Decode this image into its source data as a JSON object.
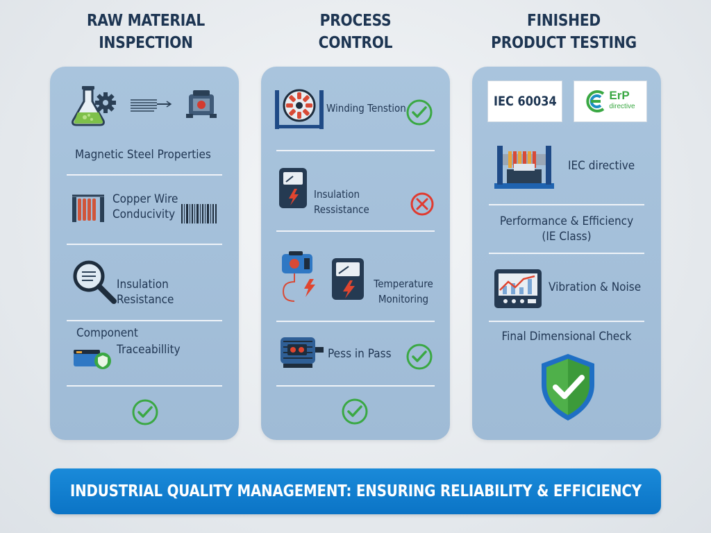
{
  "columns": [
    {
      "title_line1": "RAW MATERIAL",
      "title_line2": "INSPECTION",
      "items": [
        {
          "label": "Magnetic Steel Properties",
          "icons": [
            "lab-flask-icon",
            "gear-icon",
            "steel-laminations-icon",
            "motor-core-icon"
          ]
        },
        {
          "label_line1": "Copper Wire",
          "label_line2": "Conducivity",
          "icons": [
            "copper-coil-icon",
            "barcode-icon"
          ]
        },
        {
          "label": "Insulation Resistance",
          "icons": [
            "magnifier-icon"
          ]
        },
        {
          "label_line1": "Component",
          "label_line2": "Traceabillity",
          "icons": [
            "battery-shield-icon"
          ]
        }
      ],
      "footer_status": "check"
    },
    {
      "title_line1": "PROCESS",
      "title_line2": "CONTROL",
      "items": [
        {
          "label": "Winding Tenstion",
          "status": "pass",
          "icons": [
            "winding-machine-icon"
          ]
        },
        {
          "label": "Insulation Ressistance",
          "status": "fail",
          "icons": [
            "meter-icon"
          ]
        },
        {
          "label_line1": "Temperature",
          "label_line2": "Monitoring",
          "icons": [
            "temperature-sensor-icon",
            "meter-icon"
          ]
        },
        {
          "label": "Pess in Pass",
          "status": "pass",
          "icons": [
            "motor-icon"
          ]
        }
      ],
      "footer_status": "check"
    },
    {
      "title_line1": "FINISHED",
      "title_line2": "PRODUCT TESTING",
      "badges": {
        "iec": "IEC 60034",
        "erp_main": "ErP",
        "erp_sub": "directive"
      },
      "items": [
        {
          "label": "IEC directive",
          "icons": [
            "test-bench-icon"
          ]
        },
        {
          "label_line1": "Performance & Efficiency",
          "label_line2": "(IE Class)"
        },
        {
          "label": "Vibration & Noise",
          "icons": [
            "monitor-chart-icon"
          ]
        },
        {
          "label": "Final Dimensional Check",
          "icons": [
            "shield-check-icon"
          ]
        }
      ]
    }
  ],
  "banner": "INDUSTRIAL QUALITY MANAGEMENT: ENSURING RELIABILITY & EFFICIENCY",
  "colors": {
    "panel": "#a9c4dd",
    "banner": "#0b74c6",
    "pass": "#3aa843",
    "fail": "#e03a2f",
    "title": "#1d3552"
  }
}
